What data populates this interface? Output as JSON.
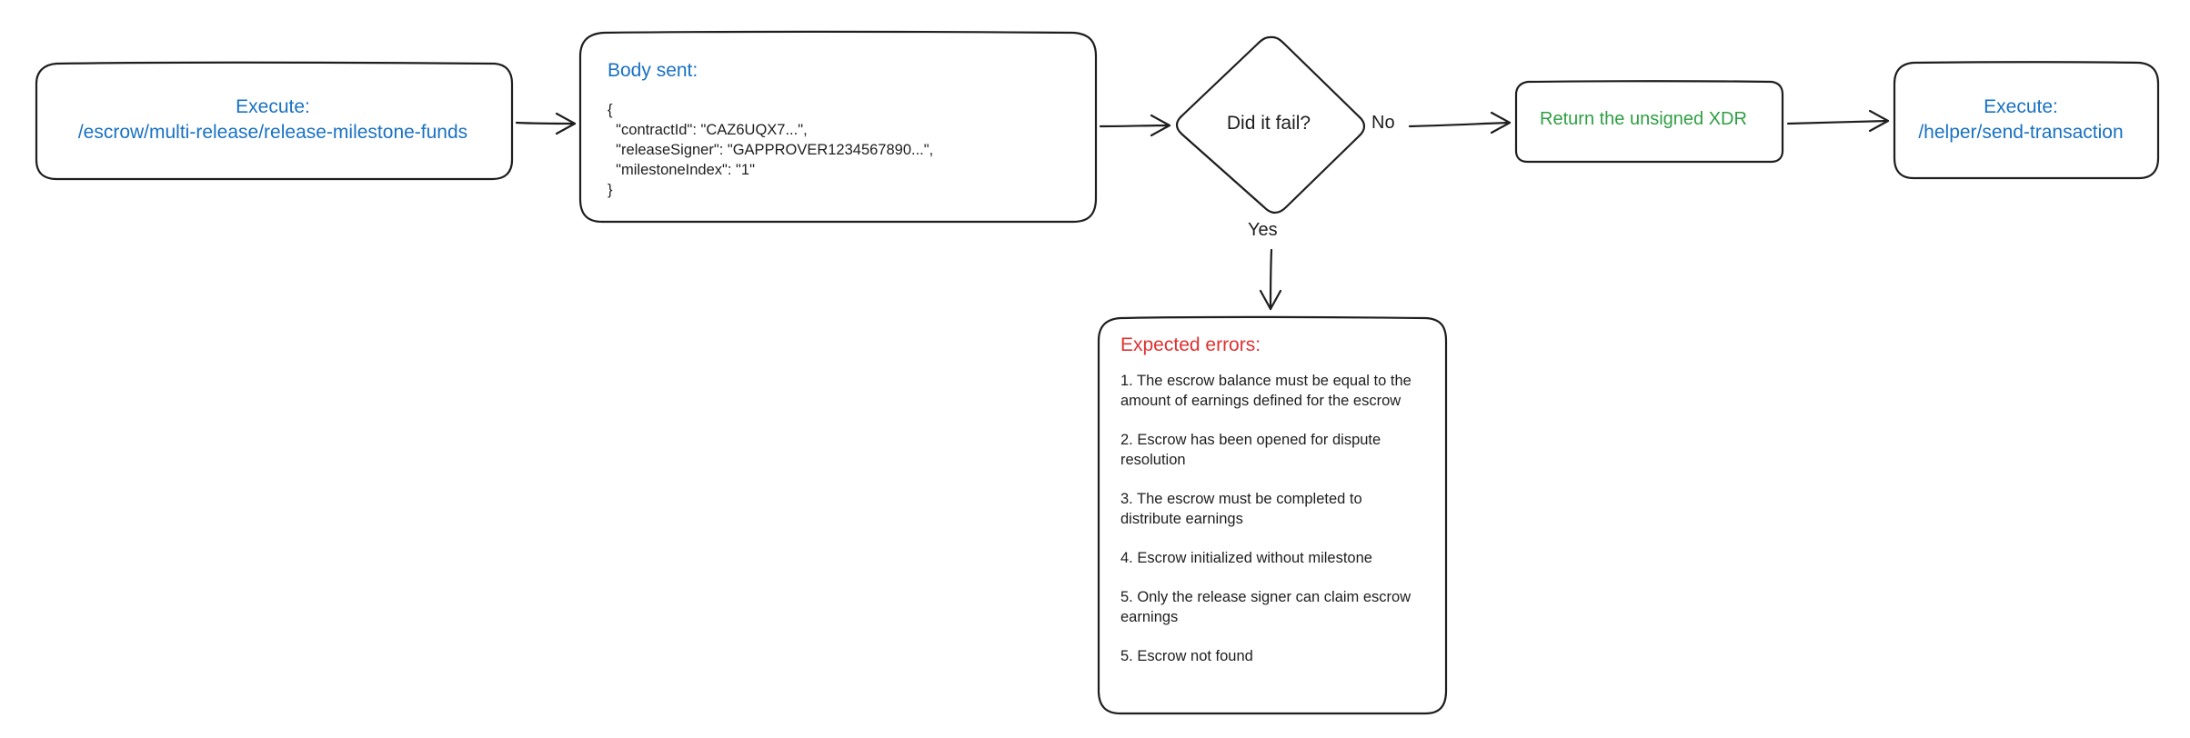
{
  "nodes": {
    "execute_release": {
      "heading": "Execute:",
      "endpoint": "/escrow/multi-release/release-milestone-funds"
    },
    "body_sent": {
      "title": "Body sent:",
      "code": "{\n  \"contractId\": \"CAZ6UQX7...\",\n  \"releaseSigner\": \"GAPPROVER1234567890...\",\n  \"milestoneIndex\": \"1\"\n}"
    },
    "decision": {
      "question": "Did it fail?",
      "no_label": "No",
      "yes_label": "Yes"
    },
    "return_xdr": {
      "label": "Return the unsigned XDR"
    },
    "execute_send": {
      "heading": "Execute:",
      "endpoint": "/helper/send-transaction"
    },
    "expected_errors": {
      "title": "Expected errors:",
      "items": [
        "1. The escrow balance must be equal to the amount of earnings defined for the escrow",
        "2. Escrow has been opened for dispute resolution",
        "3. The escrow must be completed to distribute earnings",
        "4. Escrow initialized without milestone",
        "5. Only the release signer can claim escrow earnings",
        "5. Escrow not found"
      ]
    }
  },
  "colors": {
    "stroke": "#1e1e1e",
    "blue_text": "#1971c2",
    "green_text": "#2f9e44",
    "red_text": "#e03131"
  }
}
